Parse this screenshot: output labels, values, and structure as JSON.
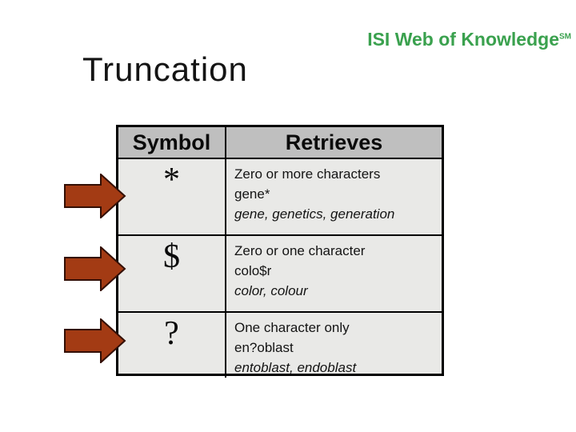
{
  "logo": {
    "text": "ISI Web of Knowledge",
    "trademark": "SM",
    "color": "#3aa14e"
  },
  "title": "Truncation",
  "table": {
    "headers": [
      "Symbol",
      "Retrieves"
    ],
    "rows": [
      {
        "symbol": "*",
        "desc": "Zero or more characters",
        "example": "gene*",
        "results": "gene, genetics, generation"
      },
      {
        "symbol": "$",
        "desc": "Zero or one character",
        "example": "colo$r",
        "results": "color, colour"
      },
      {
        "symbol": "?",
        "desc": "One character only",
        "example": "en?oblast",
        "results": "entoblast, endoblast"
      }
    ]
  },
  "arrows": {
    "count": 3,
    "fill_color": "#a33b14",
    "outline_color": "#330f05"
  },
  "colors": {
    "header_bg": "#bfbfbf",
    "cell_bg": "#e9e9e7",
    "border": "#000000",
    "title_text": "#141414"
  }
}
